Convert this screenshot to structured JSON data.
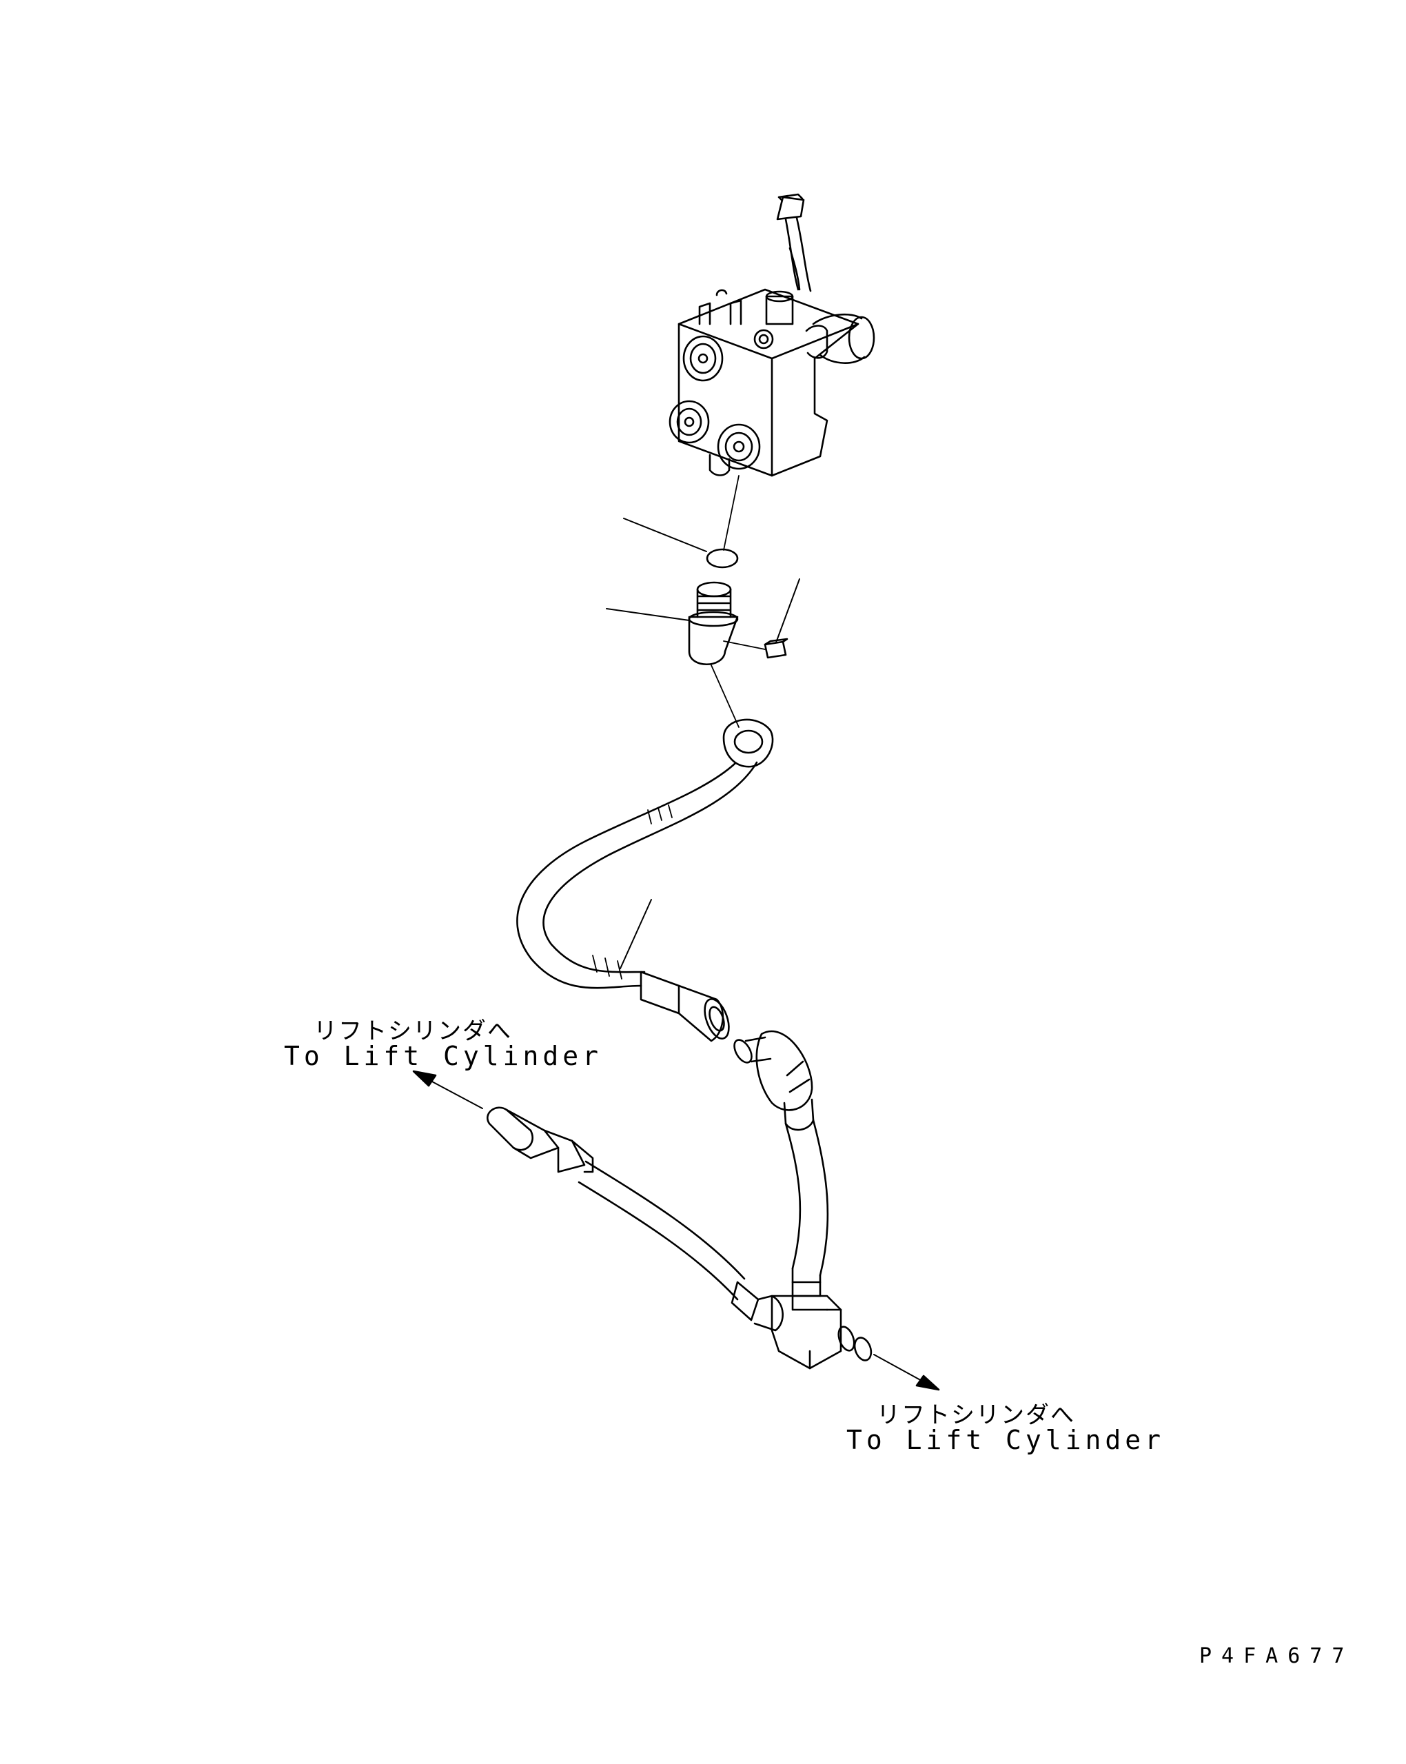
{
  "labels": {
    "upper_left": {
      "jp": "リフトシリンダへ",
      "en": "To Lift Cylinder"
    },
    "lower_right": {
      "jp": "リフトシリンダへ",
      "en": "To Lift Cylinder"
    },
    "drawing_code": "P4FA677"
  },
  "colors": {
    "line": "#000000",
    "background": "#ffffff"
  }
}
